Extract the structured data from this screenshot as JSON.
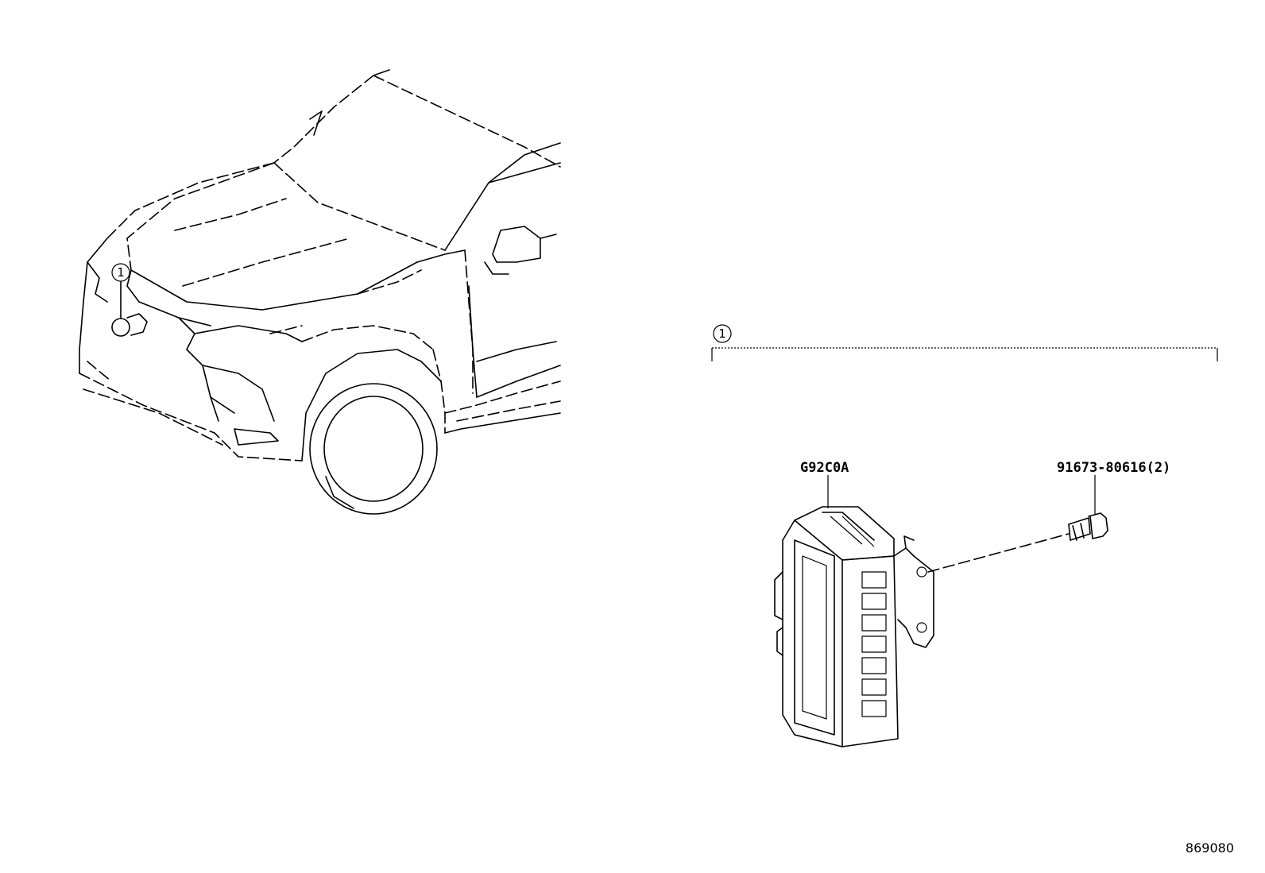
{
  "callout_number": "1",
  "part_label": "G92C0A",
  "bolt_label": "91673-80616(2)",
  "figure_number": "869080",
  "icons": {
    "vehicle": "vehicle-front-outline-icon",
    "module": "control-module-icon",
    "bolt": "flange-bolt-icon"
  }
}
